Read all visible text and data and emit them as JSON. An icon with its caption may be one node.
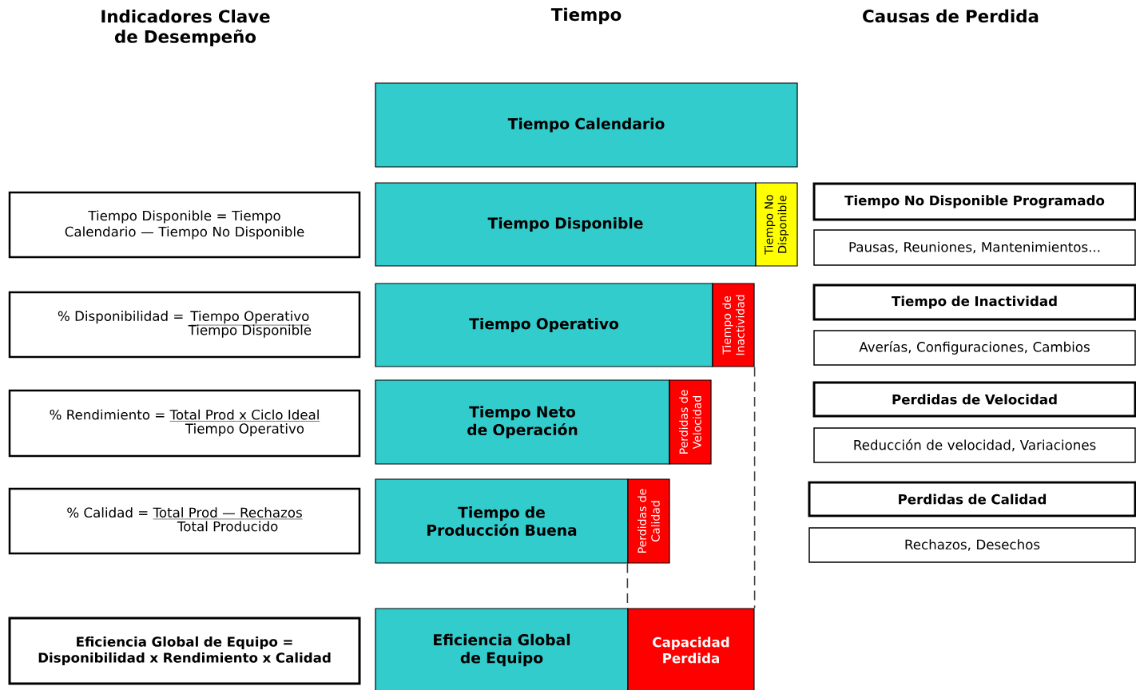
{
  "diagram": {
    "nodes": [
      {
        "text": [
          "Tiempo Disponible = Tiempo Calendario — Tiempo No Disponible"
        ]
      },
      {
        "text": [
          "% Disponibilidad =",
          "Tiempo Operativo",
          "Tiempo Disponible"
        ]
      },
      {
        "text": [
          "% Rendimiento =",
          "Total Prod x Ciclo Ideal",
          "Tiempo Operativo"
        ]
      },
      {
        "text": [
          "% Calidad =",
          "Total Prod — Rechazos",
          "Total Producido"
        ]
      },
      {
        "text": [
          "Eficiencia Global de Equipo = Disponibilidad x Rendimiento x Calidad"
        ]
      },
      {
        "text": [
          "Tiempo Calendario"
        ]
      },
      {
        "text": [
          "Tiempo Disponible"
        ]
      },
      {
        "text": [
          "Tiempo No Disponible"
        ]
      },
      {
        "text": [
          "Tiempo Operativo"
        ]
      },
      {
        "text": [
          "Tiempo de Inactividad"
        ]
      },
      {
        "text": [
          "Tiempo Neto de Operación"
        ]
      },
      {
        "text": [
          "Perdidas de Velocidad"
        ]
      },
      {
        "text": [
          "Tiempo de Producción Buena"
        ]
      },
      {
        "text": [
          "Perdidas de Calidad"
        ]
      },
      {
        "text": [
          "Eficiencia Global de Equipo"
        ]
      },
      {
        "text": [
          "Capacidad Perdida"
        ]
      },
      {
        "text": [
          "Tiempo No Disponible Programado"
        ]
      },
      {
        "text": [
          "Pausas, Reuniones, Mantenimientos..."
        ]
      },
      {
        "text": [
          "Tiempo de Inactividad"
        ]
      },
      {
        "text": [
          "Averías, Configuraciones, Cambios"
        ]
      },
      {
        "text": [
          "Perdidas de Velocidad"
        ]
      },
      {
        "text": [
          "Reducción de velocidad, Variaciones"
        ]
      },
      {
        "text": [
          "Perdidas de Calidad"
        ]
      },
      {
        "text": [
          "Rechazos, Desechos"
        ]
      }
    ],
    "edges": [
      {
        "from": 9,
        "to": 15,
        "arrow": "none",
        "style": "dashed"
      },
      {
        "from": 13,
        "to": 15,
        "arrow": "none",
        "style": "dashed"
      }
    ],
    "labels": [
      "Indicadores Clave de Desempeño",
      "Tiempo",
      "Causas de Perdida"
    ]
  }
}
